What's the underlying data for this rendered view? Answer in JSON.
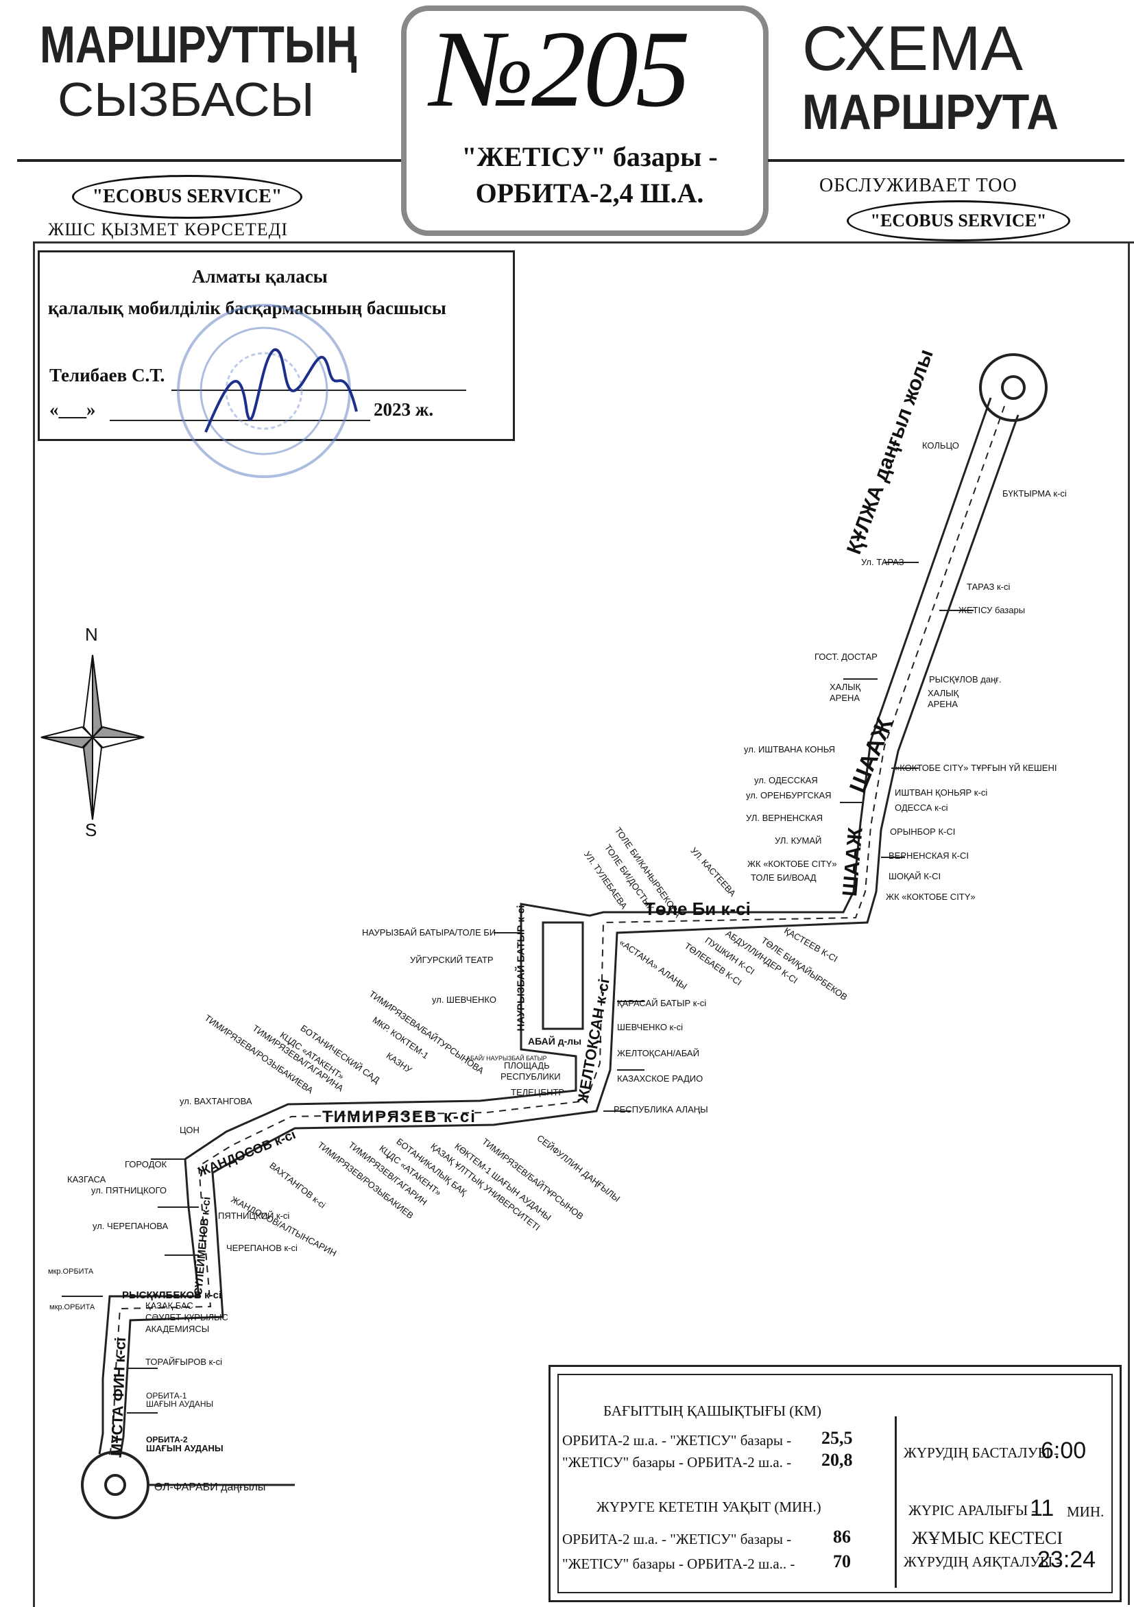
{
  "header": {
    "left_line1": "МАРШРУТТЫҢ",
    "left_line2": "СЫЗБАСЫ",
    "left_operator": "\"ECOBUS SERVICE\"",
    "left_service": "ЖШС  ҚЫЗМЕТ КӨРСЕТЕДІ",
    "route_number": "№205",
    "route_line1": "\"ЖЕТІСУ\" базары -",
    "route_line2": "ОРБИТА-2,4 Ш.А.",
    "right_line1": "СХЕМА",
    "right_line2": "МАРШРУТА",
    "right_service": "ОБСЛУЖИВАЕТ ТОО",
    "right_operator": "\"ECOBUS SERVICE\""
  },
  "approval": {
    "line1": "Алматы қаласы",
    "line2": "қалалық мобилділік басқармасының басшысы",
    "signer": "Телибаев С.Т.",
    "date_prefix": "«___»",
    "date_suffix": "2023 ж."
  },
  "compass": {
    "north": "N",
    "south": "S"
  },
  "streets": {
    "kulzha": "ҚҰЛЖА даңғыл жолы",
    "shaazh": "ШААЖ",
    "tole_bi": "Төле Би к-сі",
    "naurizbai": "НАУРЫЗБАЙ БАТЫР к-сі",
    "zheltoksan": "ЖЕЛТОҚСАН к-сі",
    "abai": "АБАЙ д-лы",
    "timiryazev": "ТИМИРЯЗЕВ к-сі",
    "zhandosov": "ЖАНДОСОВ к-сі",
    "suleimenov": "СҮЛЕЙМЕНОВ к-сі",
    "ryskulbekov": "РЫСҚҰЛБЕКОВ к-сі",
    "mustafin": "МҰСТА ФИН к-сі",
    "al_farabi": "ӘЛ-ФАРАБИ даңғылы"
  },
  "stops_right": [
    "КОЛЬЦО",
    "БҮКТЫРМА к-сі",
    "Ул. ТАРАЗ",
    "ТАРАЗ к-сі",
    "ЖЕТІСУ базары",
    "ГОСТ. ДОСТАР",
    "РЫСҚҰЛОВ даңғ.",
    "ХАЛЫҚ",
    "АРЕНА",
    "ХАЛЫҚ",
    "АРЕНА",
    "ул. ИШТВАНА КОНЬЯ",
    "«КОКТОБЕ CITY» ТҰРҒЫН ҮЙ КЕШЕНІ",
    "ИШТВАН ҚОНЬЯР к-сі",
    "ул. ОДЕССКАЯ",
    "ОДЕССА к-сі",
    "ул. ОРЕНБУРГСКАЯ",
    "УЛ. ВЕРНЕНСКАЯ",
    "ОРЫНБОР К-СІ",
    "УЛ. КУМАЙ",
    "ВЕРНЕНСКАЯ К-СІ",
    "ЖК «КОКТОБЕ CITY»",
    "ШОҚАЙ К-СІ",
    "ТОЛЕ БИ/ВОАД",
    "ЖК «КОКТОБЕ CITY»"
  ],
  "stops_diag_top": [
    "ТОЛЕ БИ/КАНЫРБЕКОВА",
    "ТОЛЕ БИ/ДОСТЫҚ",
    "УЛ. ТУЛЕБАЕВА",
    "УЛ. КАСТЕЕВА"
  ],
  "stops_diag_bottom": [
    "ҚАСТЕЕВ К-СІ",
    "ТӨЛЕ БИ/ҚАЙЫРБЕКОВ",
    "АБДУЛЛИНДЕР К-СІ",
    "ПУШКИН К-СІ",
    "ТӨЛЕБАЕВ К-СІ",
    "«АСТАНА» АЛАҢЫ"
  ],
  "stops_middle": [
    "НАУРЫЗБАЙ БАТЫРА/ТОЛЕ БИ",
    "УЙГУРСКИЙ ТЕАТР",
    "ул. ШЕВЧЕНКО",
    "ҚАРАСАЙ БАТЫР к-сі",
    "ШЕВЧЕНКО к-сі",
    "ЖЕЛТОҚСАН/АБАЙ",
    "КАЗАХСКОЕ РАДИО",
    "РЕСПУБЛИКА АЛАҢЫ",
    "АБАЙ/ НАУРЫЗБАЙ БАТЫР",
    "ПЛОЩАДЬ",
    "РЕСПУБЛИКИ",
    "ТЕЛЕЦЕНТР"
  ],
  "stops_timiryazev_top": [
    "ТИМИРЯЗЕВА/БАЙТУРСЫНОВА",
    "МКР. КОКТЕМ-1",
    "КАЗНУ",
    "БОТАНИЧЕСКИЙ САД",
    "КЦДС «АТАКЕНТ»",
    "ТИМИРЯЗЕВА/ГАГАРИНА",
    "ТИМИРЯЗЕВА/РОЗЫБАКИЕВА",
    "ул. ВАХТАНГОВА"
  ],
  "stops_timiryazev_bottom": [
    "СЕЙФУЛЛИН ДАҢҒЫЛЫ",
    "ТИМИРЯЗЕВ/БАЙТҰРСЫНОВ",
    "КӨКТЕМ-1 ШАҒЫН АУДАНЫ",
    "ҚАЗАҚ ҰЛТТЫҚ УНИВЕРСИТЕТІ",
    "БОТАНИКАЛЫҚ БАҚ",
    "КЦДС «АТАКЕНТ»",
    "ТИМИРЯЗЕВ/ГАГАРИН",
    "ТИМИРЯЗЕВ/РОЗЫБАКИЕВ",
    "ВАХТАНГОВ к-сі"
  ],
  "stops_left": [
    "ЦОН",
    "ГОРОДОК",
    "КАЗГАСА",
    "ул. ПЯТНИЦКОГО",
    "ЖАНДОСОВ/АЛТЫНСАРИН",
    "ПЯТНИЦКИЙ к-сі",
    "ул. ЧЕРЕПАНОВА",
    "ЧЕРЕПАНОВ к-сі",
    "мкр.ОРБИТА",
    "мкр.ОРБИТА",
    "ҚАЗАҚ БАС",
    "СӘУЛЕТ-ҚҰРЫЛЫС",
    "АКАДЕМИЯСЫ",
    "ТОРАЙҒЫРОВ к-сі",
    "ОРБИТА-1",
    "ШАҒЫН АУДАНЫ",
    "ОРБИТА-2",
    "ШАҒЫН АУДАНЫ"
  ],
  "legend": {
    "distance_title": "БАҒЫТТЫҢ ҚАШЫҚТЫҒЫ (КМ)",
    "dist_row1_label": "ОРБИТА-2 ш.а. - \"ЖЕТІСУ\" базары -",
    "dist_row1_value": "25,5",
    "dist_row2_label": "\"ЖЕТІСУ\" базары - ОРБИТА-2 ш.а. -",
    "dist_row2_value": "20,8",
    "time_title": "ЖҮРУГЕ КЕТЕТІН УАҚЫТ (МИН.)",
    "time_row1_label": "ОРБИТА-2 ш.а. - \"ЖЕТІСУ\" базары -",
    "time_row1_value": "86",
    "time_row2_label": "\"ЖЕТІСУ\" базары - ОРБИТА-2 ш.а.. -",
    "time_row2_value": "70",
    "start_label": "ЖҮРУДІҢ БАСТАЛУЫ -",
    "start_value": "6:00",
    "interval_label": "ЖҮРІС АРАЛЫҒЫ -",
    "interval_value": "11",
    "interval_unit": "МИН.",
    "schedule_title": "ЖҰМЫС КЕСТЕСІ",
    "end_label": "ЖҮРУДІҢ АЯҚТАЛУЫ -",
    "end_value": "23:24"
  }
}
